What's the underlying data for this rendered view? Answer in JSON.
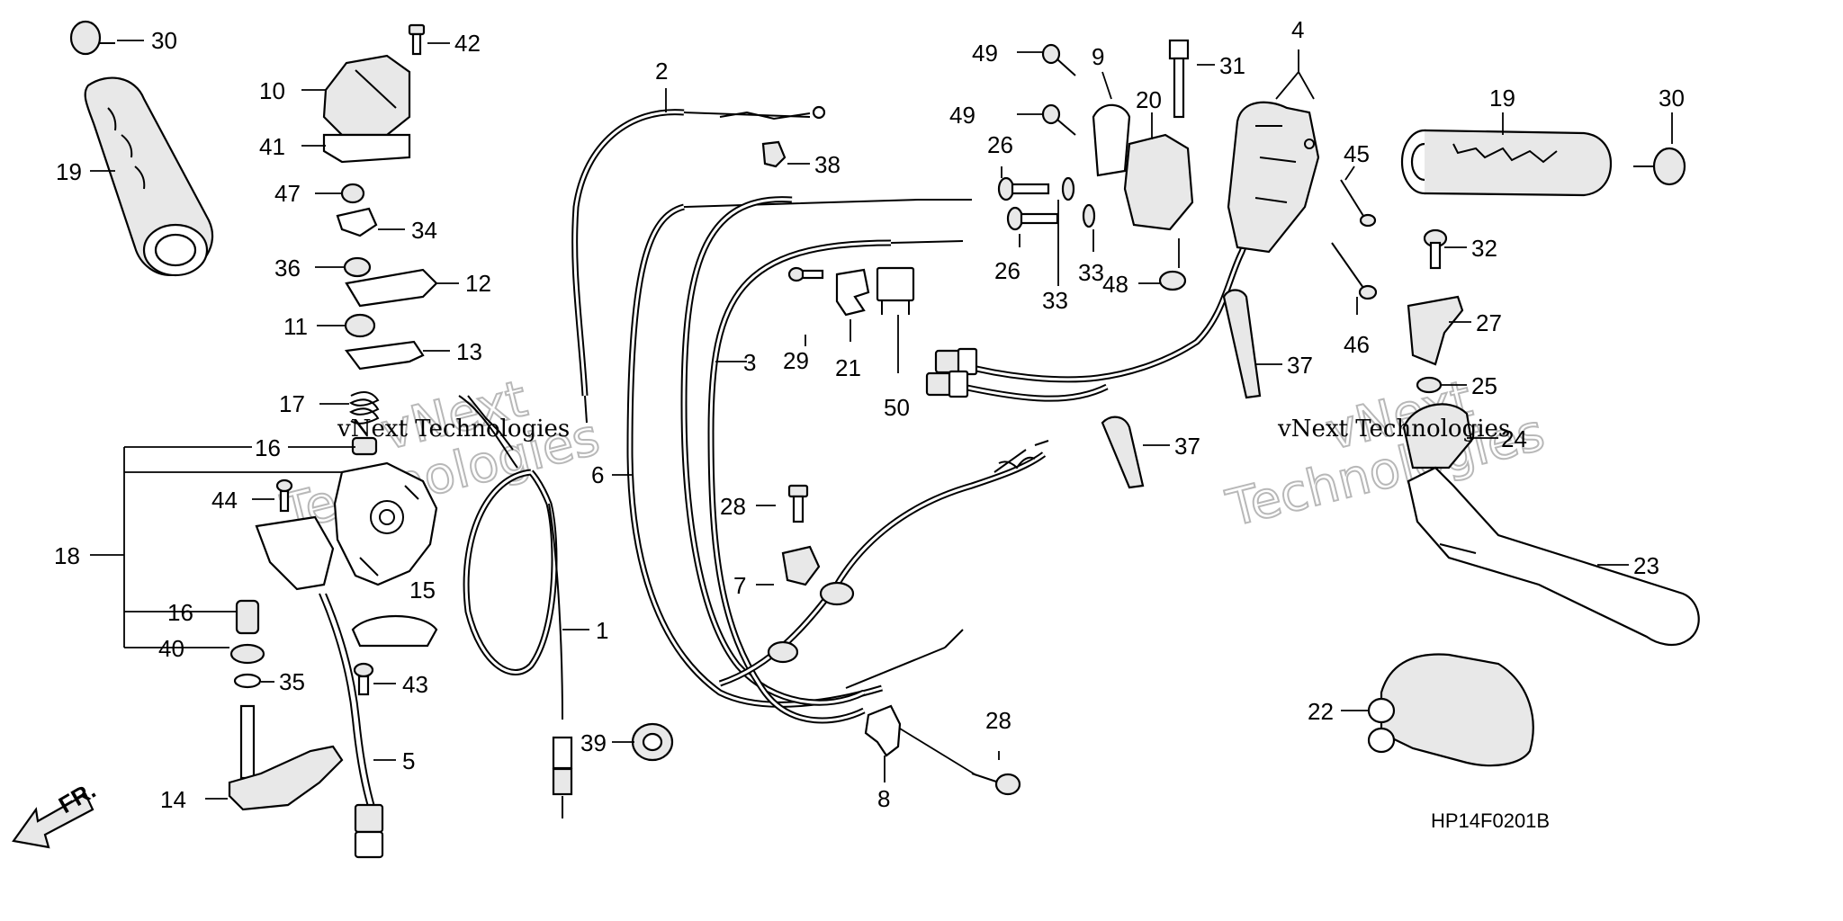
{
  "diagram": {
    "code": "HP14F0201B",
    "direction_label": "FR.",
    "watermark_lines": [
      "vNext",
      "Technologies"
    ],
    "watermark_small": "vNext Technologies",
    "callouts": [
      {
        "id": "c30a",
        "text": "30"
      },
      {
        "id": "c19a",
        "text": "19"
      },
      {
        "id": "c42",
        "text": "42"
      },
      {
        "id": "c10",
        "text": "10"
      },
      {
        "id": "c41",
        "text": "41"
      },
      {
        "id": "c47",
        "text": "47"
      },
      {
        "id": "c34",
        "text": "34"
      },
      {
        "id": "c36",
        "text": "36"
      },
      {
        "id": "c12",
        "text": "12"
      },
      {
        "id": "c11",
        "text": "11"
      },
      {
        "id": "c13",
        "text": "13"
      },
      {
        "id": "c17",
        "text": "17"
      },
      {
        "id": "c16a",
        "text": "16"
      },
      {
        "id": "c44",
        "text": "44"
      },
      {
        "id": "c18",
        "text": "18"
      },
      {
        "id": "c16b",
        "text": "16"
      },
      {
        "id": "c40",
        "text": "40"
      },
      {
        "id": "c35",
        "text": "35"
      },
      {
        "id": "c15",
        "text": "15"
      },
      {
        "id": "c43",
        "text": "43"
      },
      {
        "id": "c5",
        "text": "5"
      },
      {
        "id": "c14",
        "text": "14"
      },
      {
        "id": "c2",
        "text": "2"
      },
      {
        "id": "c38",
        "text": "38"
      },
      {
        "id": "c3",
        "text": "3"
      },
      {
        "id": "c6",
        "text": "6"
      },
      {
        "id": "c1",
        "text": "1"
      },
      {
        "id": "c39",
        "text": "39"
      },
      {
        "id": "c29",
        "text": "29"
      },
      {
        "id": "c21",
        "text": "21"
      },
      {
        "id": "c50",
        "text": "50"
      },
      {
        "id": "c28a",
        "text": "28"
      },
      {
        "id": "c7",
        "text": "7"
      },
      {
        "id": "c8",
        "text": "8"
      },
      {
        "id": "c28b",
        "text": "28"
      },
      {
        "id": "c49a",
        "text": "49"
      },
      {
        "id": "c49b",
        "text": "49"
      },
      {
        "id": "c9",
        "text": "9"
      },
      {
        "id": "c20",
        "text": "20"
      },
      {
        "id": "c26a",
        "text": "26"
      },
      {
        "id": "c26b",
        "text": "26"
      },
      {
        "id": "c33a",
        "text": "33"
      },
      {
        "id": "c33b",
        "text": "33"
      },
      {
        "id": "c31",
        "text": "31"
      },
      {
        "id": "c48",
        "text": "48"
      },
      {
        "id": "c4",
        "text": "4"
      },
      {
        "id": "c45",
        "text": "45"
      },
      {
        "id": "c46",
        "text": "46"
      },
      {
        "id": "c37a",
        "text": "37"
      },
      {
        "id": "c37b",
        "text": "37"
      },
      {
        "id": "c19b",
        "text": "19"
      },
      {
        "id": "c30b",
        "text": "30"
      },
      {
        "id": "c32",
        "text": "32"
      },
      {
        "id": "c27",
        "text": "27"
      },
      {
        "id": "c25",
        "text": "25"
      },
      {
        "id": "c24",
        "text": "24"
      },
      {
        "id": "c23",
        "text": "23"
      },
      {
        "id": "c22",
        "text": "22"
      }
    ]
  }
}
